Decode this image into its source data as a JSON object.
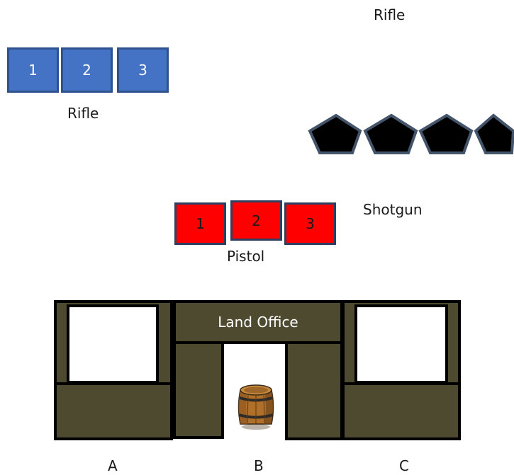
{
  "labels": {
    "rifle_top": "Rifle",
    "rifle_left": "Rifle",
    "shotgun": "Shotgun",
    "pistol": "Pistol"
  },
  "rifle_targets": [
    "1",
    "2",
    "3"
  ],
  "pistol_targets": [
    "1",
    "2",
    "3"
  ],
  "shotgun_targets_count": 4,
  "building": {
    "sign": "Land Office",
    "positions": [
      "A",
      "B",
      "C"
    ]
  },
  "colors": {
    "rifle_fill": "#4472c4",
    "rifle_border": "#2f528f",
    "pistol_fill": "#ff0000",
    "shotgun_fill": "#000000",
    "shotgun_border": "#44546a",
    "wood": "#4e4a30"
  },
  "icons": {
    "prop": "barrel-icon"
  }
}
